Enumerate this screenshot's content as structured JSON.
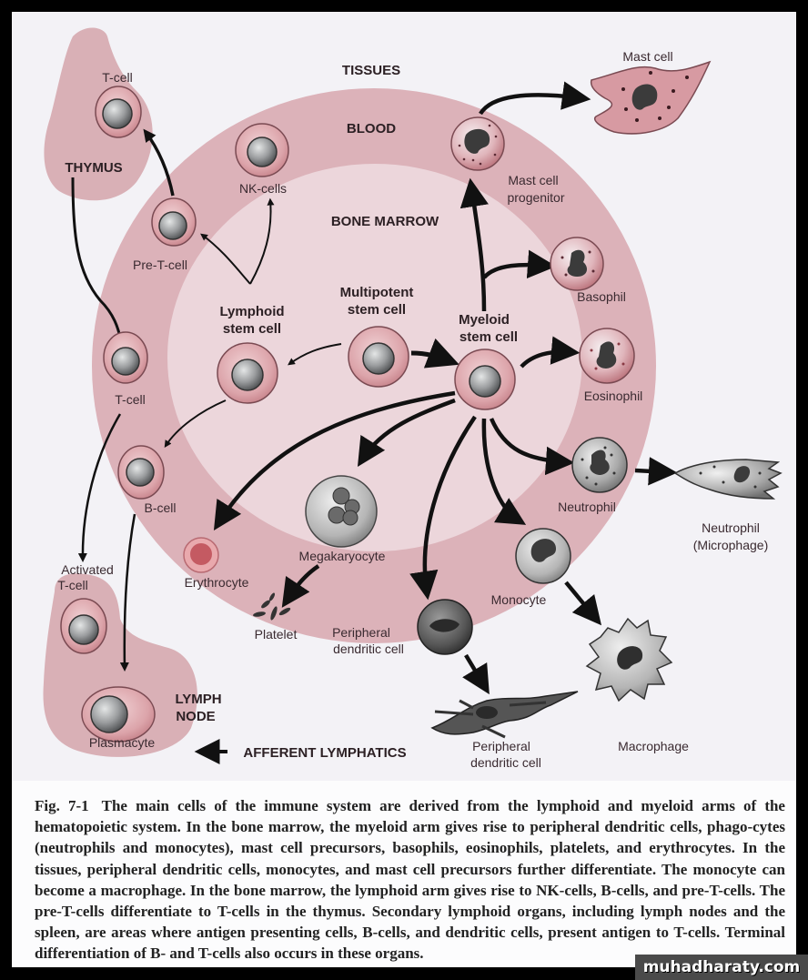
{
  "figure": {
    "zones": {
      "tissues": "TISSUES",
      "blood": "BLOOD",
      "bone_marrow": "BONE MARROW",
      "thymus": "THYMUS",
      "lymph_node_line1": "LYMPH",
      "lymph_node_line2": "NODE",
      "afferent_lymphatics": "AFFERENT LYMPHATICS"
    },
    "cells": {
      "t_cell_thymus": "T-cell",
      "nk_cells": "NK-cells",
      "pre_t_cell": "Pre-T-cell",
      "lymphoid_stem_line1": "Lymphoid",
      "lymphoid_stem_line2": "stem cell",
      "multipotent_stem_line1": "Multipotent",
      "multipotent_stem_line2": "stem cell",
      "myeloid_stem_line1": "Myeloid",
      "myeloid_stem_line2": "stem cell",
      "t_cell_blood": "T-cell",
      "b_cell": "B-cell",
      "activated_t_line1": "Activated",
      "activated_t_line2": "T-cell",
      "plasmacyte": "Plasmacyte",
      "erythrocyte": "Erythrocyte",
      "megakaryocyte": "Megakaryocyte",
      "platelet": "Platelet",
      "peripheral_dc_blood_line1": "Peripheral",
      "peripheral_dc_blood_line2": "dendritic cell",
      "peripheral_dc_tissue_line1": "Peripheral",
      "peripheral_dc_tissue_line2": "dendritic cell",
      "monocyte": "Monocyte",
      "macrophage": "Macrophage",
      "neutrophil": "Neutrophil",
      "neutrophil_micro_line1": "Neutrophil",
      "neutrophil_micro_line2": "(Microphage)",
      "eosinophil": "Eosinophil",
      "basophil": "Basophil",
      "mast_progenitor_line1": "Mast cell",
      "mast_progenitor_line2": "progenitor",
      "mast_cell": "Mast cell"
    },
    "colors": {
      "ring_blood": "#dcb2b9",
      "inner_marrow": "#ecd6db",
      "organ": "#d9b0b6",
      "background": "#f3f2f6"
    }
  },
  "caption": {
    "fig_number": "Fig. 7-1",
    "text": "The main cells of the immune system are derived from the lymphoid and myeloid arms of the hematopoietic system. In the bone marrow, the myeloid arm gives rise to peripheral dendritic cells, phago-cytes (neutrophils and monocytes), mast cell precursors, basophils, eosinophils, platelets, and erythrocytes. In the tissues, peripheral dendritic cells, monocytes, and mast cell precursors further differentiate. The monocyte can become a macrophage. In the bone marrow, the lymphoid arm gives rise to NK-cells, B-cells, and pre-T-cells. The pre-T-cells differentiate to T-cells in the thymus. Secondary lymphoid organs, including lymph nodes and the spleen, are areas where antigen presenting cells, B-cells, and dendritic cells, present antigen to T-cells. Terminal differentiation of B- and T-cells also occurs in these organs."
  },
  "watermark": "muhadharaty.com"
}
